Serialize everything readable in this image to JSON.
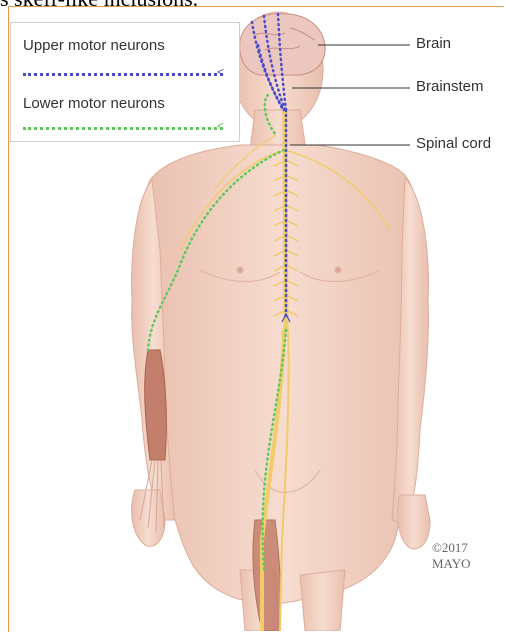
{
  "header_text": "s skeff-like inclusions.",
  "legend": {
    "upper_label": "Upper motor neurons",
    "lower_label": "Lower motor neurons",
    "upper_color": "#4a4cc9",
    "lower_color": "#5ec95a"
  },
  "callouts": {
    "brain": "Brain",
    "brainstem": "Brainstem",
    "spinal_cord": "Spinal cord"
  },
  "copyright": {
    "year": "©2017",
    "org": "MAYO"
  },
  "colors": {
    "skin": "#f3d2c4",
    "skin_shadow": "#e2b3a2",
    "nerve": "#f2d27a",
    "muscle": "#c9826e",
    "brain": "#e9c3bd"
  }
}
